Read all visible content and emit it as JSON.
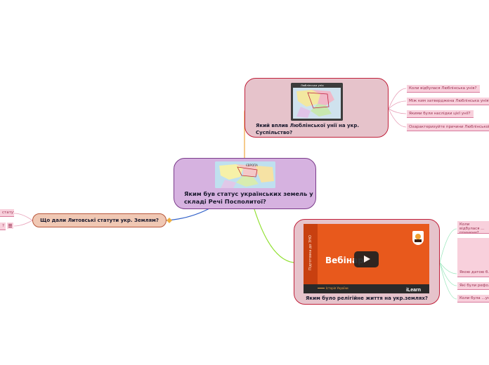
{
  "central": {
    "title": "Яким був статус українських земель у складі Речі Посполитої?",
    "image_icon": "map-image",
    "image_caption": "ЄВРОПА"
  },
  "top": {
    "title": "Який вплив Люблінської унії на укр. Суспільство?",
    "image_icon": "map-image",
    "image_caption": "Люблінська унія",
    "leaves": [
      "Коли відбулася Люблінська унія?",
      "Між ким затверджена Люблінська унія?",
      "Якими були наслідки цієї унії?",
      "Охарактеризуйте причини Люблінської унії"
    ]
  },
  "left": {
    "title": "Що дали Литовські статути укр. Землям?",
    "leaf_partial": "статути?",
    "leaf_partial2": "?"
  },
  "bottom": {
    "title": "Яким було релігійне життя на укр.землях?",
    "video": {
      "side_text": "Підготовка до ЗНО",
      "title": "Вебінар",
      "subject": "Історія України",
      "brand": "iLearn",
      "play_icon": "play-icon"
    },
    "leaves": [
      "Коли відбулася ... причини?",
      "Якою датою б...",
      "Які були рефо...",
      "Коли була ...уніа"
    ]
  },
  "colors": {
    "central_fill": "#d6b2e0",
    "central_border": "#7a3a8a",
    "top_fill": "#e6c3cb",
    "top_border": "#c0203a",
    "left_fill": "#f0c8b4",
    "left_border": "#b8563a",
    "bottom_fill": "#e6c3cb",
    "bottom_border": "#c0203a"
  }
}
